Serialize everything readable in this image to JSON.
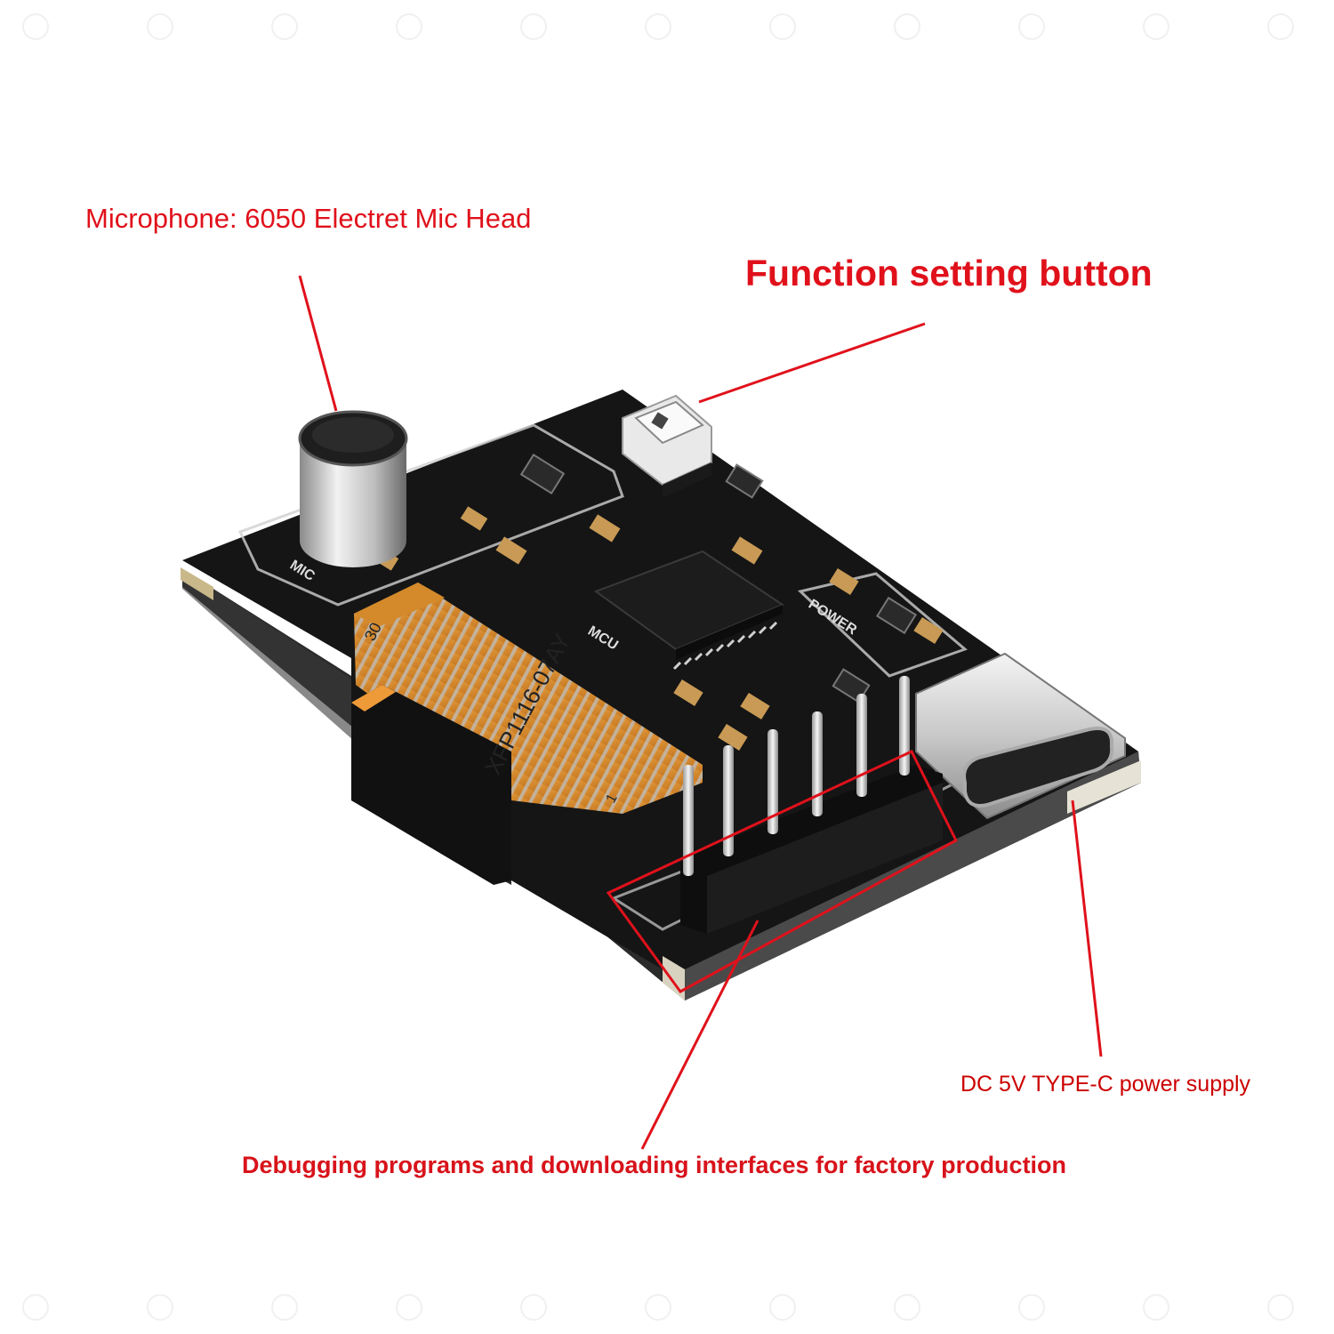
{
  "annotations": {
    "microphone": "Microphone: 6050 Electret Mic Head",
    "button": "Function setting button",
    "power": "DC 5V TYPE-C power supply",
    "debug": "Debugging programs and downloading interfaces for factory production"
  },
  "board_text": {
    "flex_code": "XFP1116-07AY",
    "mic_silk": "MIC",
    "power_silk": "POWER",
    "mcu_silk": "MCU",
    "flex_mark": "30",
    "flex_mark_end": "1"
  },
  "colors": {
    "annotation": "#e0111b",
    "pcb": "#141414",
    "flex_cable": "#d98a2b",
    "silkscreen": "#dcdcdc"
  },
  "icons": [
    "microphone-icon",
    "tactile-button-icon",
    "usb-c-icon",
    "pin-header-icon",
    "chip-icon"
  ]
}
